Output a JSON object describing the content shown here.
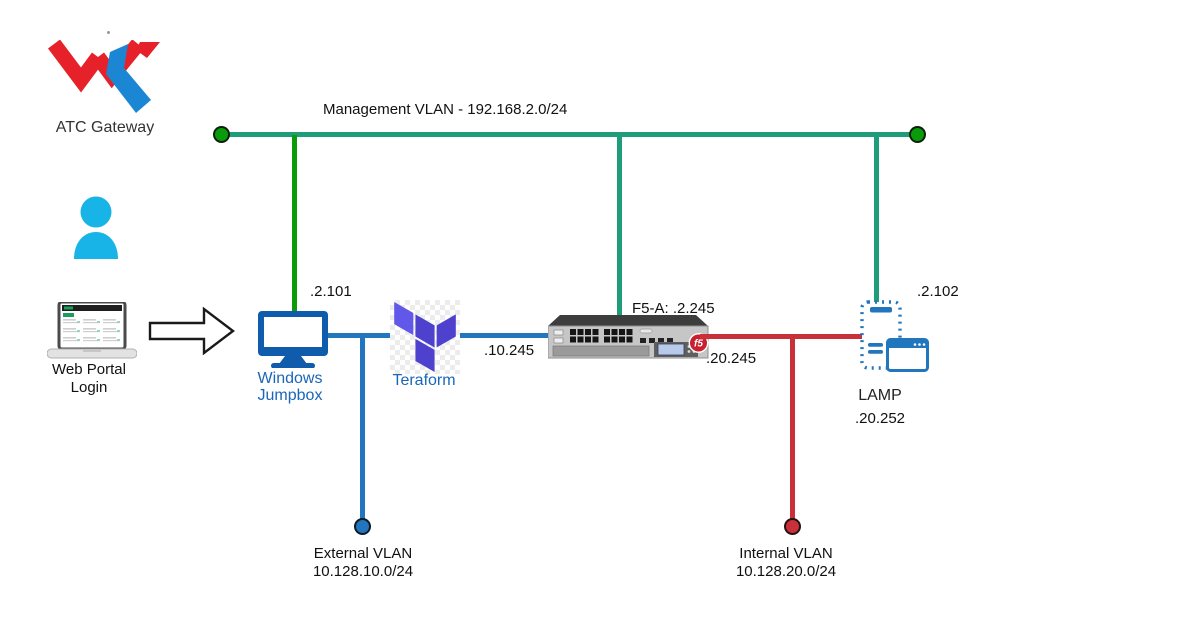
{
  "logo": {
    "title": "ATC Gateway"
  },
  "user_flow": {
    "web_portal_line1": "Web Portal",
    "web_portal_line2": "Login"
  },
  "management_vlan": {
    "label": "Management VLAN - 192.168.2.0/24"
  },
  "external_vlan": {
    "name": "External VLAN",
    "subnet": "10.128.10.0/24"
  },
  "internal_vlan": {
    "name": "Internal VLAN",
    "subnet": "10.128.20.0/24"
  },
  "nodes": {
    "jumpbox": {
      "name_line1": "Windows",
      "name_line2": "Jumpbox",
      "mgmt_ip": ".2.101"
    },
    "terraform": {
      "name": "Teraform"
    },
    "f5": {
      "name": "F5-A: .2.245",
      "external_ip": ".10.245",
      "internal_ip": ".20.245",
      "badge": "f5"
    },
    "lamp": {
      "name": "LAMP",
      "mgmt_ip": ".2.102",
      "internal_ip": ".20.252"
    }
  },
  "colors": {
    "management": "#1f9d7a",
    "mgmt_branch_green": "#0a9b0a",
    "external": "#2176bd",
    "internal": "#c8303a",
    "node_blue": "#1a66b8",
    "terraform_purple": "#5546d6",
    "person_cyan": "#18b4e8",
    "f5_red": "#c8202e"
  }
}
